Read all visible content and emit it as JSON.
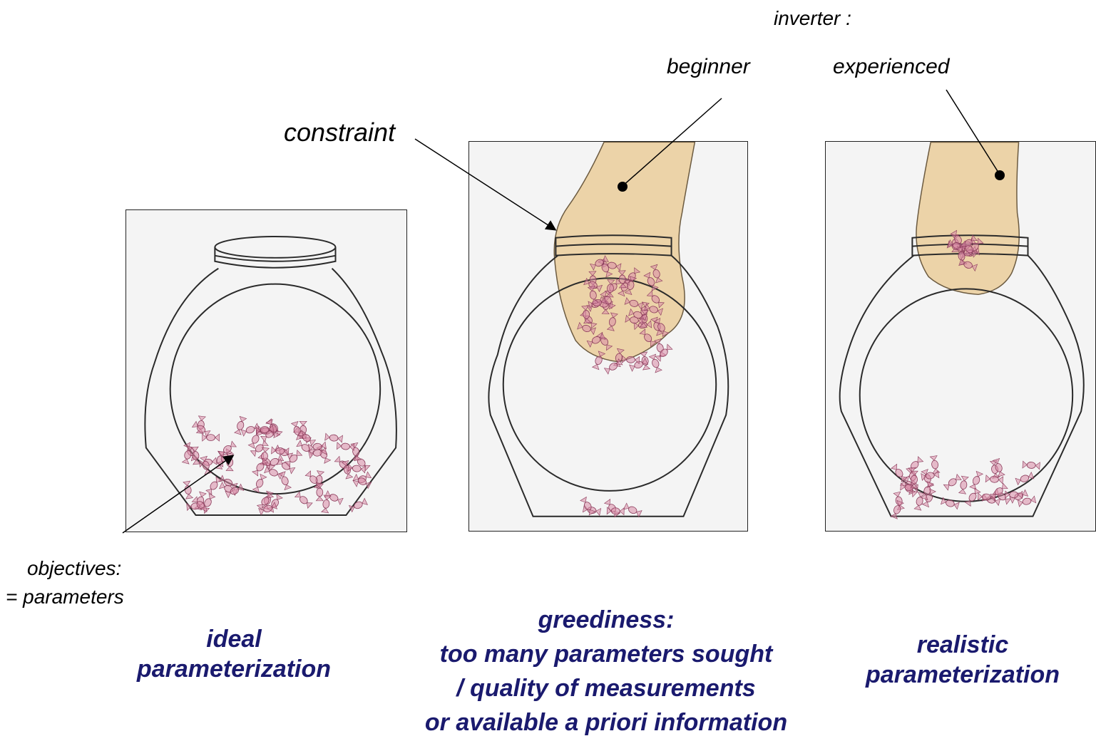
{
  "labels": {
    "inverter": "inverter :",
    "beginner": "beginner",
    "experienced": "experienced",
    "constraint": "constraint",
    "objectives_line1": "objectives:",
    "objectives_line2": "= parameters"
  },
  "captions": {
    "left": [
      "ideal",
      "parameterization"
    ],
    "middle": [
      "greediness:",
      "too many parameters sought",
      "/ quality of measurements",
      "or available a priori information"
    ],
    "right": [
      "realistic",
      "parameterization"
    ]
  },
  "colors": {
    "caption": "#1a1a6e",
    "candy": "#d98aa6",
    "hand": "#ecd3a8",
    "jar_line": "#2a2a2a"
  }
}
